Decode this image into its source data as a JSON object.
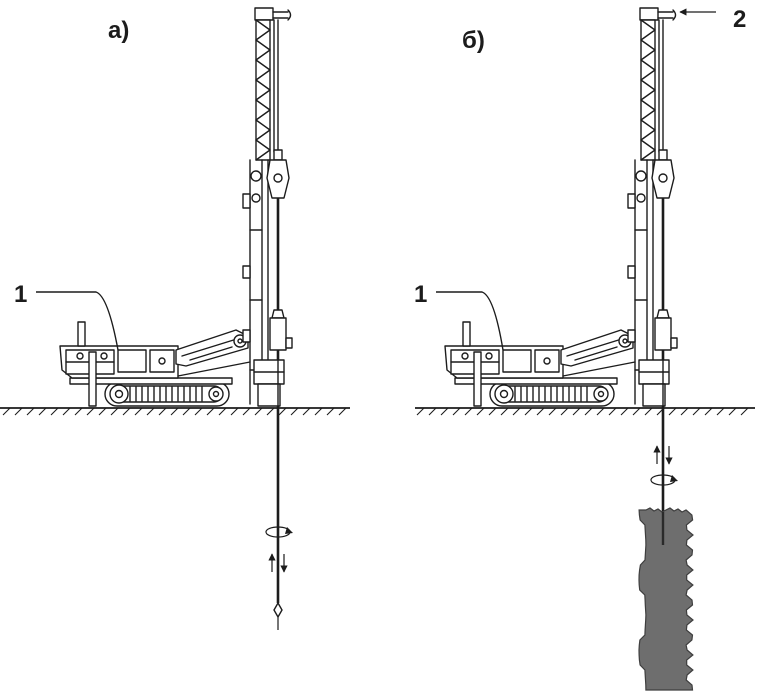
{
  "panel_a": {
    "label": "а)",
    "callout_rig": "1"
  },
  "panel_b": {
    "label": "б)",
    "callout_rig": "1",
    "callout_top": "2"
  },
  "colors": {
    "line": "#1c1c1c",
    "column": "#6e6e6e",
    "column_edge": "#3e3e3e",
    "background": "#ffffff"
  }
}
